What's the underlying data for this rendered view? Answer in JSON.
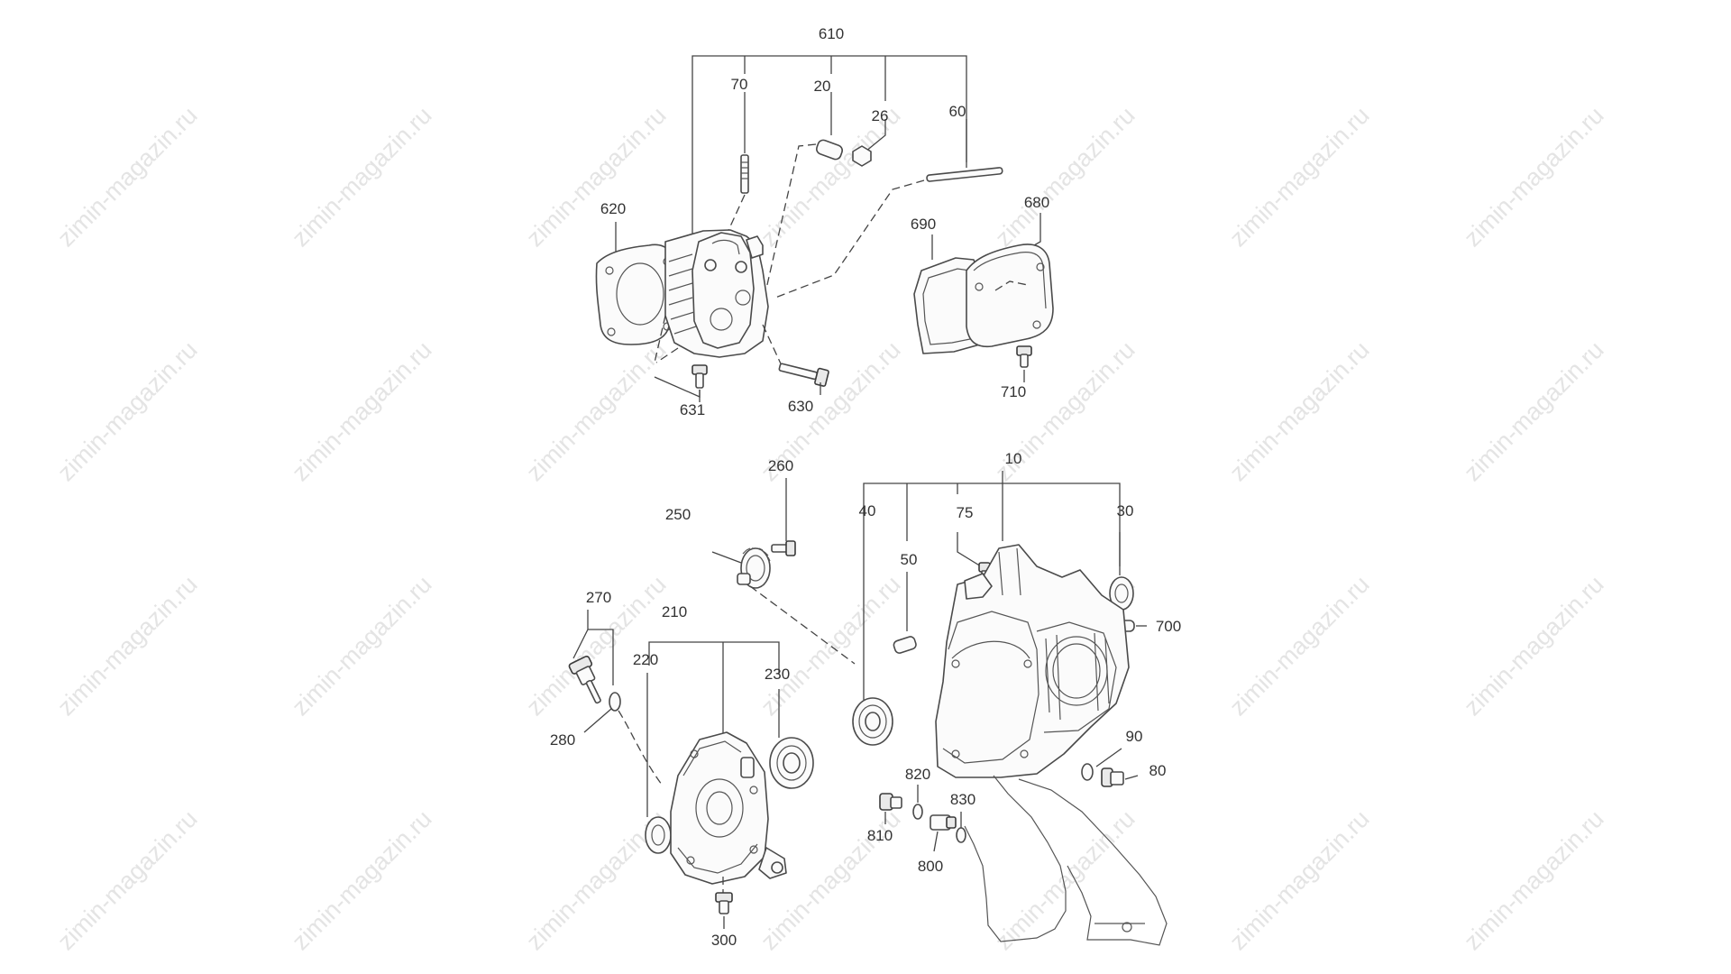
{
  "watermark": "zimin-magazin.ru",
  "colors": {
    "background": "#ffffff",
    "line": "#444444",
    "label": "#333333",
    "watermark": "#e4e4e4"
  },
  "diagram": {
    "labels": {
      "p610": "610",
      "p70": "70",
      "p20": "20",
      "p26": "26",
      "p60": "60",
      "p620": "620",
      "p690": "690",
      "p680": "680",
      "p631": "631",
      "p630": "630",
      "p710": "710",
      "p260": "260",
      "p250": "250",
      "p10": "10",
      "p40": "40",
      "p75": "75",
      "p30": "30",
      "p50": "50",
      "p700": "700",
      "p270": "270",
      "p210": "210",
      "p220": "220",
      "p230": "230",
      "p280": "280",
      "p90": "90",
      "p80": "80",
      "p820": "820",
      "p830": "830",
      "p810": "810",
      "p800": "800",
      "p300": "300"
    }
  }
}
